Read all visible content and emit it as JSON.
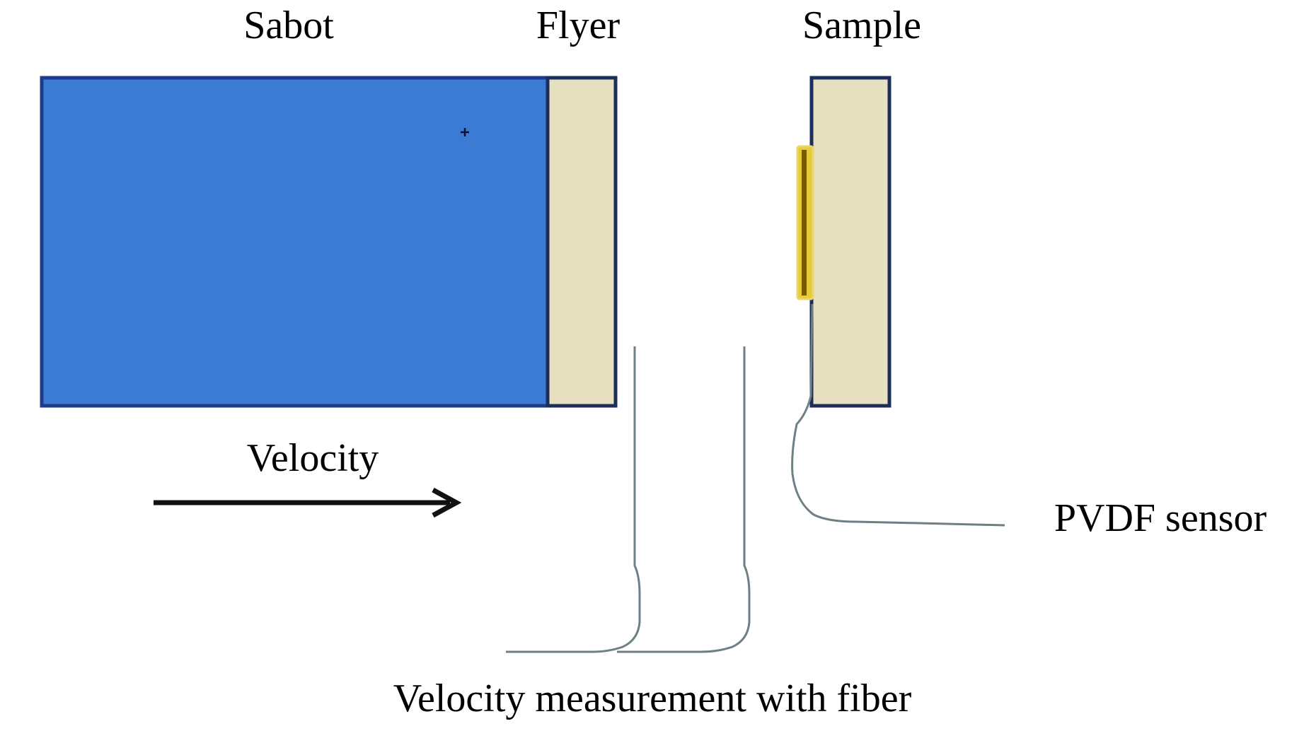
{
  "diagram": {
    "title": "Plate impact experiment setup",
    "components": {
      "sabot": {
        "label": "Sabot",
        "color": "#3c7bd4",
        "border": "#1e3a8a"
      },
      "flyer": {
        "label": "Flyer",
        "color": "#e6e0c0",
        "border": "#1e2e5a"
      },
      "sample": {
        "label": "Sample",
        "color": "#e6e0c0",
        "border": "#1e2e5a"
      },
      "pvdf_sensor": {
        "label": "PVDF sensor",
        "color": "#e5c62a",
        "edge": "#7a5a00"
      }
    },
    "velocity": {
      "label": "Velocity",
      "direction": "right"
    },
    "fibers": {
      "label": "Velocity measurement with fiber",
      "count": 2,
      "color": "#6e7f86"
    },
    "icons": {
      "crosshair": "crosshair-marker",
      "arrow": "arrow-right"
    }
  }
}
